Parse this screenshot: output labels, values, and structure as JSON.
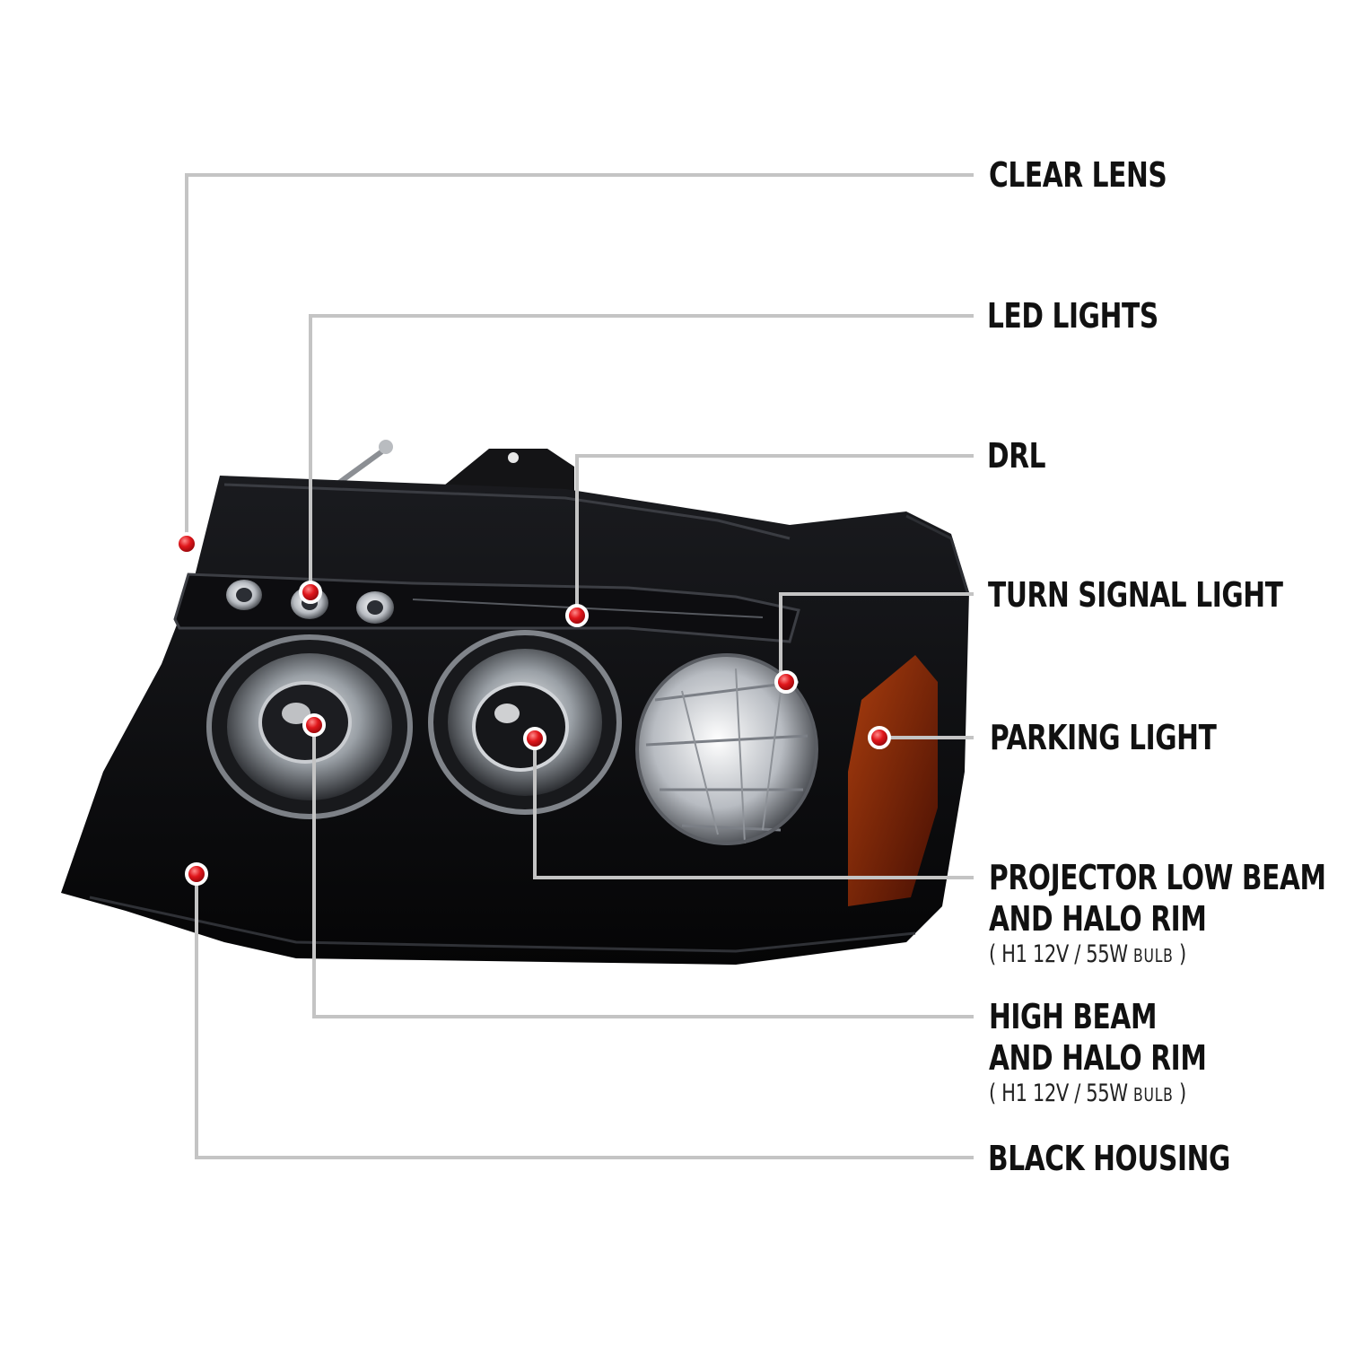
{
  "colors": {
    "leader_line": "#c4c4c4",
    "dot": "#e0161b",
    "housing": "#0b0b0d",
    "amber": "#7a1f06",
    "chrome": "#c9ccd0"
  },
  "callouts": [
    {
      "id": "clear-lens",
      "lines": [
        "CLEAR LENS"
      ]
    },
    {
      "id": "led-lights",
      "lines": [
        "LED LIGHTS"
      ]
    },
    {
      "id": "drl",
      "lines": [
        "DRL"
      ]
    },
    {
      "id": "turn-signal",
      "lines": [
        "TURN SIGNAL LIGHT"
      ]
    },
    {
      "id": "parking-light",
      "lines": [
        "PARKING LIGHT"
      ]
    },
    {
      "id": "projector-low-beam",
      "lines": [
        "PROJECTOR LOW BEAM",
        "AND HALO RIM"
      ],
      "spec": {
        "open": "( ",
        "main": "H1  12V / 55W ",
        "small": "BULB",
        "close": " )"
      }
    },
    {
      "id": "high-beam",
      "lines": [
        "HIGH BEAM",
        "AND HALO RIM"
      ],
      "spec": {
        "open": "( ",
        "main": "H1  12V / 55W ",
        "small": "BULB",
        "close": " )"
      }
    },
    {
      "id": "black-housing",
      "lines": [
        "BLACK HOUSING"
      ]
    }
  ]
}
